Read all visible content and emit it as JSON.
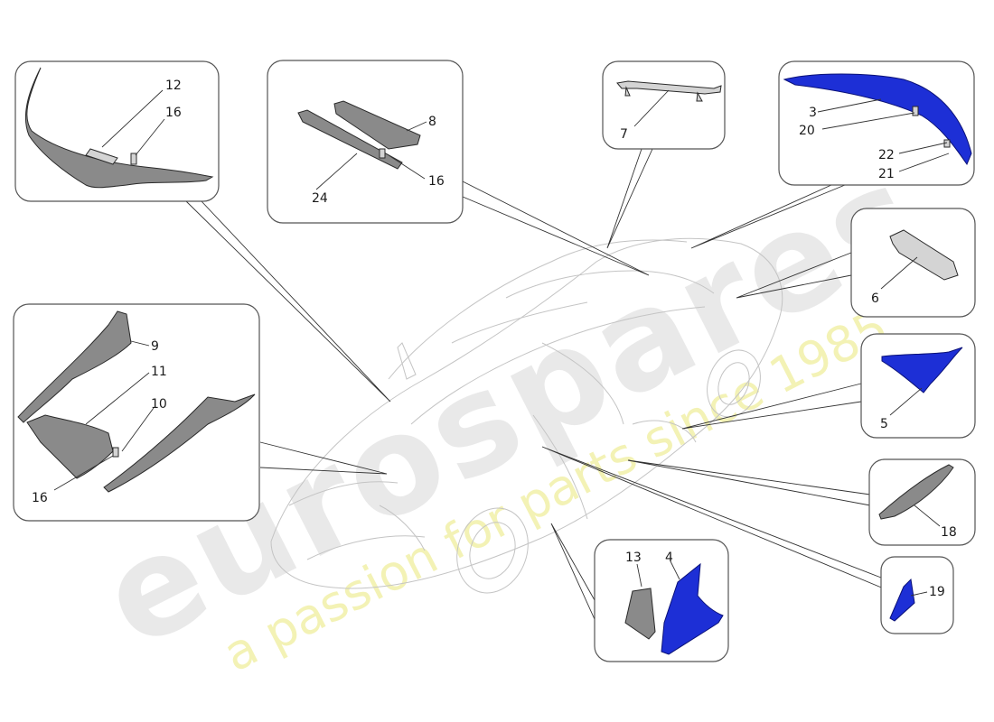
{
  "diagram": {
    "callouts": [
      {
        "id": "c12",
        "text": "12"
      },
      {
        "id": "c16a",
        "text": "16"
      },
      {
        "id": "c8",
        "text": "8"
      },
      {
        "id": "c16b",
        "text": "16"
      },
      {
        "id": "c24",
        "text": "24"
      },
      {
        "id": "c7",
        "text": "7"
      },
      {
        "id": "c3",
        "text": "3"
      },
      {
        "id": "c20",
        "text": "20"
      },
      {
        "id": "c22",
        "text": "22"
      },
      {
        "id": "c21",
        "text": "21"
      },
      {
        "id": "c6",
        "text": "6"
      },
      {
        "id": "c9",
        "text": "9"
      },
      {
        "id": "c11",
        "text": "11"
      },
      {
        "id": "c10",
        "text": "10"
      },
      {
        "id": "c16c",
        "text": "16"
      },
      {
        "id": "c5",
        "text": "5"
      },
      {
        "id": "c18",
        "text": "18"
      },
      {
        "id": "c13",
        "text": "13"
      },
      {
        "id": "c4",
        "text": "4"
      },
      {
        "id": "c19",
        "text": "19"
      }
    ],
    "watermark": {
      "brand": "eurospares",
      "tagline": "a passion for parts since 1985"
    },
    "colors": {
      "highlight_part": "#1d2fd6",
      "watermark_brand": "#e2e2e2",
      "watermark_tagline": "#f1f0a8"
    }
  }
}
